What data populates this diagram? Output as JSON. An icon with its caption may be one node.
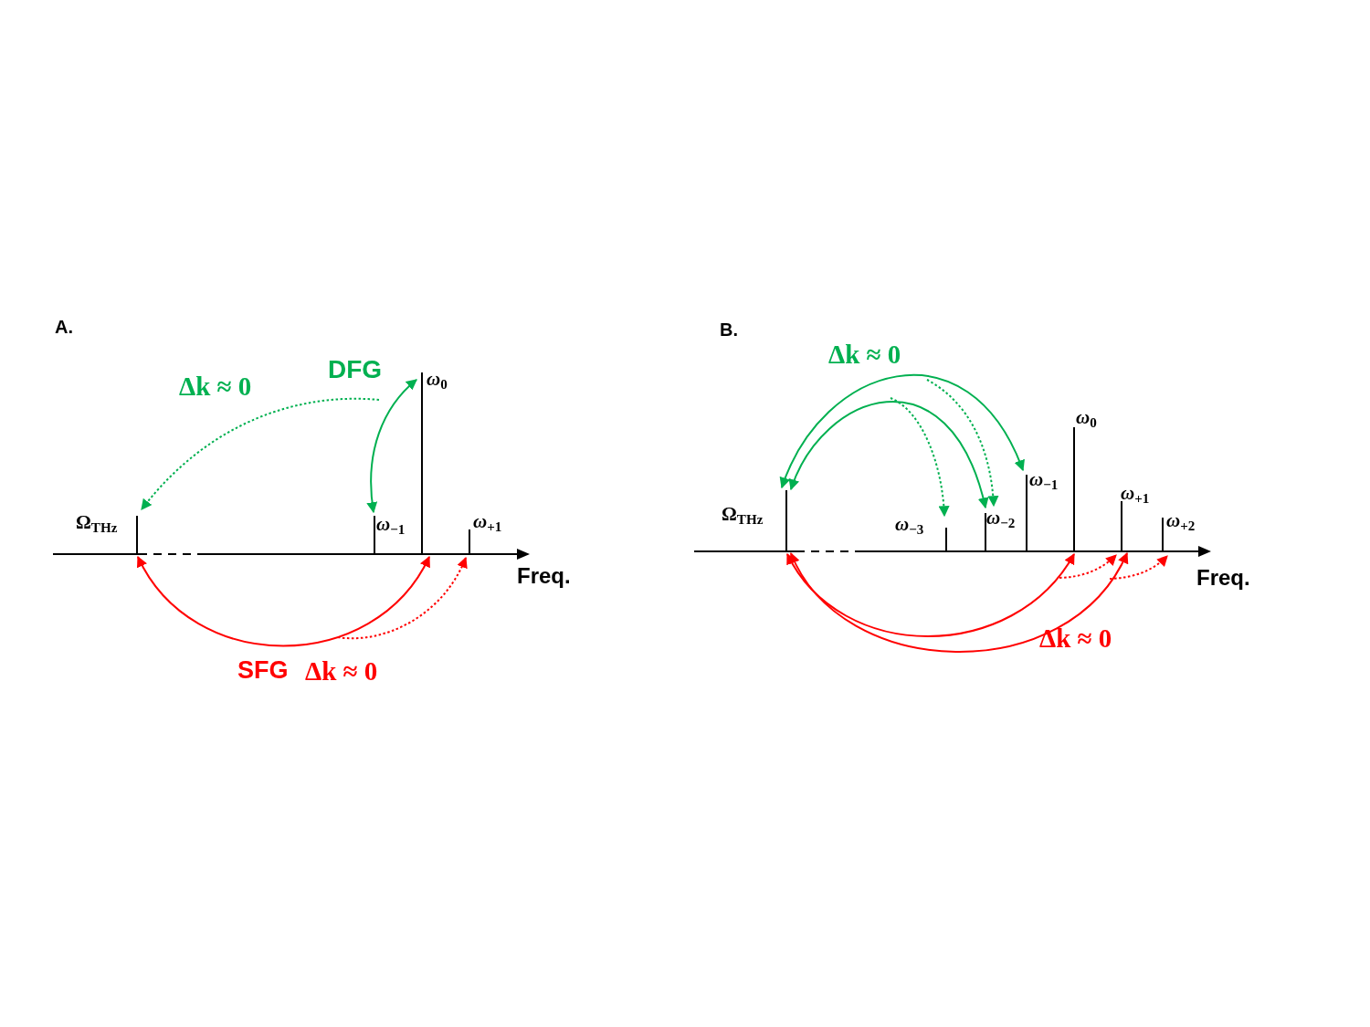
{
  "diagram": {
    "nodes": [
      {
        "text": [
          "Ω$_{THz}$"
        ]
      },
      {
        "text": [
          "*ω*$_{−1}$"
        ]
      },
      {
        "text": [
          "*ω*$_{0}$"
        ]
      },
      {
        "text": [
          "*ω*$_{+1}$"
        ]
      },
      {
        "text": [
          "Ω$_{THz}$"
        ]
      },
      {
        "text": [
          "*ω*$_{−3}$"
        ]
      },
      {
        "text": [
          "*ω*$_{−2}$"
        ]
      },
      {
        "text": [
          "*ω*$_{−1}$"
        ]
      },
      {
        "text": [
          "*ω*$_{0}$"
        ]
      },
      {
        "text": [
          "*ω*$_{+1}$"
        ]
      },
      {
        "text": [
          "*ω*$_{+2}$"
        ]
      }
    ],
    "edges": [
      {
        "from": 1,
        "to": 2,
        "arrow": "both",
        "color": "#00b050"
      },
      {
        "from": null,
        "to": 0,
        "arrow": "to",
        "style": "dashed",
        "color": "#00b050"
      },
      {
        "from": 0,
        "to": 2,
        "arrow": "both",
        "color": "#ff0000"
      },
      {
        "from": null,
        "to": 3,
        "arrow": "to",
        "style": "dashed",
        "color": "#ff0000"
      },
      {
        "from": 4,
        "to": 7,
        "arrow": "both",
        "color": "#00b050"
      },
      {
        "from": 4,
        "to": 6,
        "arrow": "both",
        "color": "#00b050"
      },
      {
        "from": null,
        "to": 6,
        "arrow": "to",
        "style": "dashed",
        "color": "#00b050"
      },
      {
        "from": null,
        "to": 5,
        "arrow": "to",
        "style": "dashed",
        "color": "#00b050"
      },
      {
        "from": 4,
        "to": 8,
        "arrow": "both",
        "color": "#ff0000"
      },
      {
        "from": 4,
        "to": 9,
        "arrow": "both",
        "color": "#ff0000"
      },
      {
        "from": null,
        "to": 9,
        "arrow": "to",
        "style": "dashed",
        "color": "#ff0000"
      },
      {
        "from": null,
        "to": 10,
        "arrow": "to",
        "style": "dashed",
        "color": "#ff0000"
      }
    ],
    "labels": [
      "A.",
      "Δk ≈ 0",
      "DFG",
      "Freq.",
      "SFG",
      "Δk ≈ 0",
      "B.",
      "Δk ≈ 0",
      "Freq.",
      "Δk ≈ 0"
    ]
  }
}
